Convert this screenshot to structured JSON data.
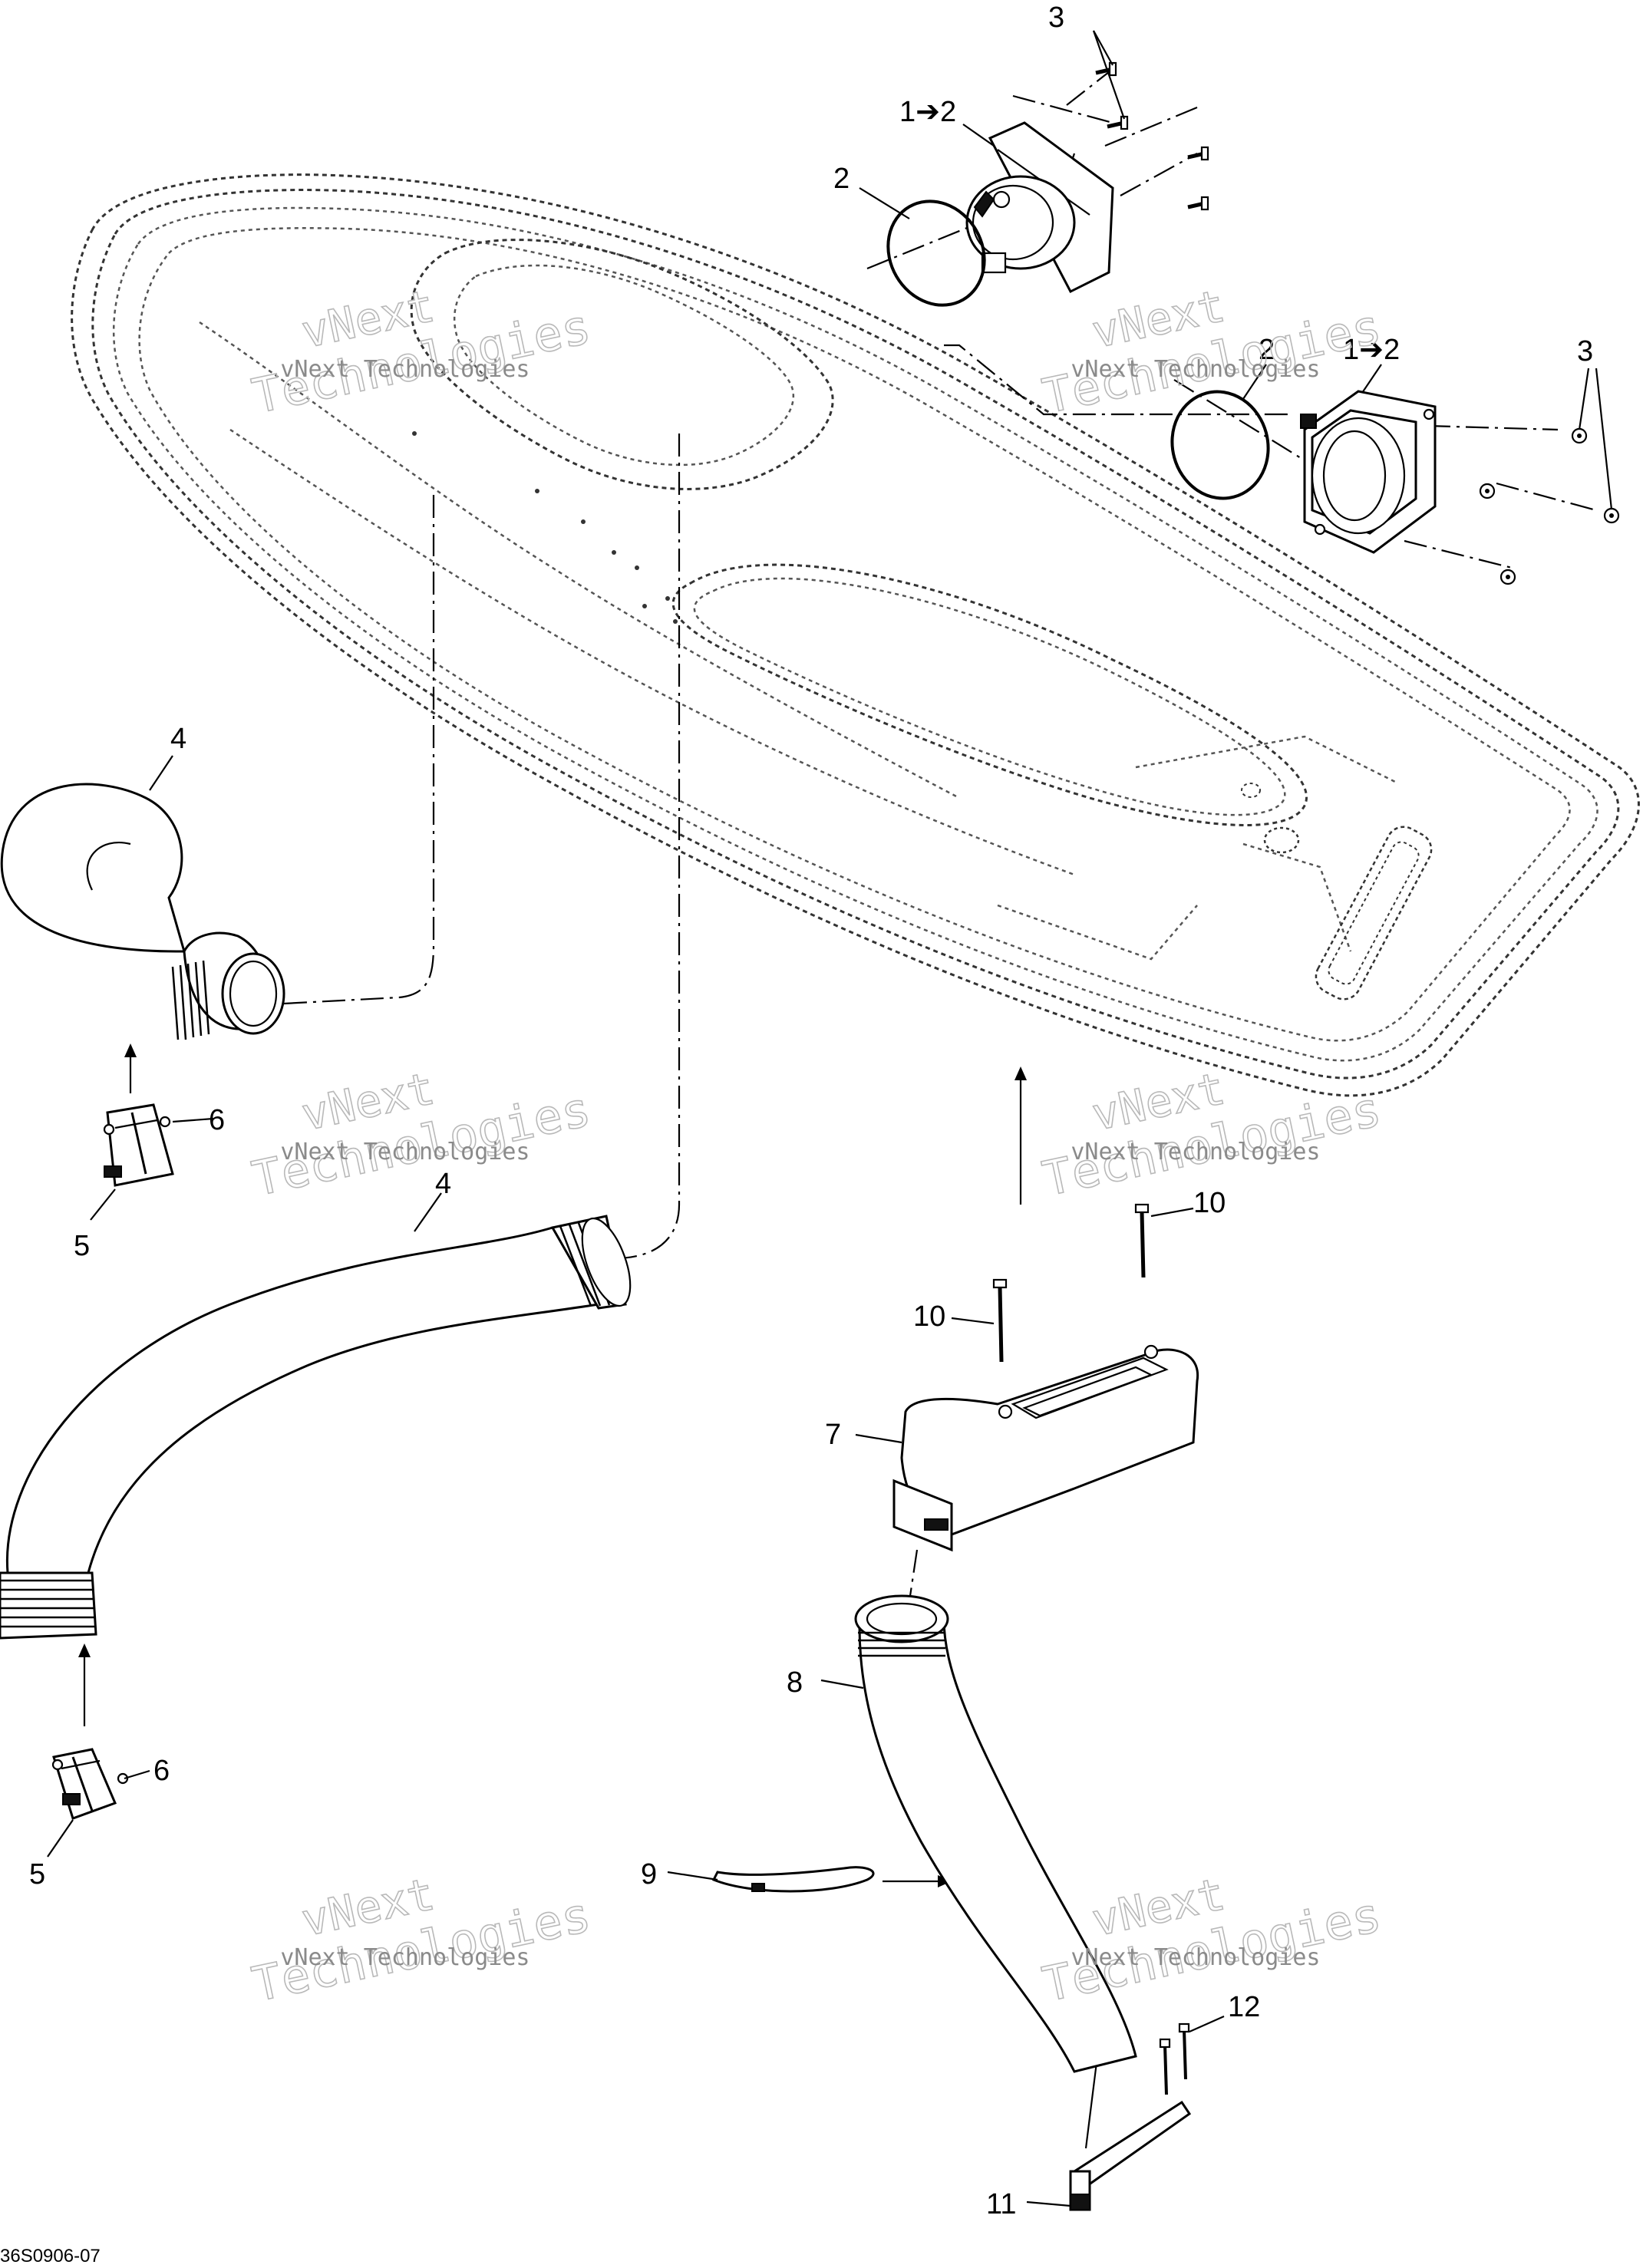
{
  "diagram": {
    "document_id": "36S0906-07",
    "watermark": {
      "line1": "vNext",
      "line2": "Technologies",
      "small": "vNext Technologies"
    },
    "callouts": [
      {
        "id": "c-3-top",
        "text": "3"
      },
      {
        "id": "c-1to2-top",
        "text": "1➔2"
      },
      {
        "id": "c-2-top",
        "text": "2"
      },
      {
        "id": "c-2-right",
        "text": "2"
      },
      {
        "id": "c-1to2-right",
        "text": "1➔2"
      },
      {
        "id": "c-3-right",
        "text": "3"
      },
      {
        "id": "c-4-upper",
        "text": "4"
      },
      {
        "id": "c-6-upper",
        "text": "6"
      },
      {
        "id": "c-5-upper",
        "text": "5"
      },
      {
        "id": "c-4-lower",
        "text": "4"
      },
      {
        "id": "c-10-right",
        "text": "10"
      },
      {
        "id": "c-10-left",
        "text": "10"
      },
      {
        "id": "c-7",
        "text": "7"
      },
      {
        "id": "c-8",
        "text": "8"
      },
      {
        "id": "c-6-lower",
        "text": "6"
      },
      {
        "id": "c-5-lower",
        "text": "5"
      },
      {
        "id": "c-9",
        "text": "9"
      },
      {
        "id": "c-12",
        "text": "12"
      },
      {
        "id": "c-11",
        "text": "11"
      }
    ]
  }
}
